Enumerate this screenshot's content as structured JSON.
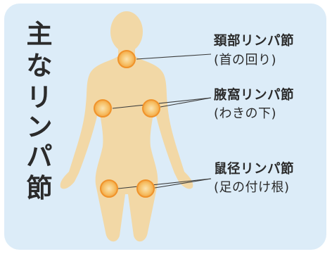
{
  "title_chars": [
    "主",
    "な",
    "リ",
    "ン",
    "パ",
    "節"
  ],
  "labels": {
    "neck": {
      "name": "頚部リンパ節",
      "sub": "(首の回り)"
    },
    "axilla": {
      "name": "腋窩リンパ節",
      "sub": "(わきの下)"
    },
    "groin": {
      "name": "鼠径リンパ節",
      "sub": "(足の付け根)"
    }
  },
  "colors": {
    "background": "#dcecf8",
    "body": "#f2d8a6",
    "node_fill": "#f7c46d",
    "node_ring": "#f0932a",
    "text": "#2b2b2b"
  }
}
